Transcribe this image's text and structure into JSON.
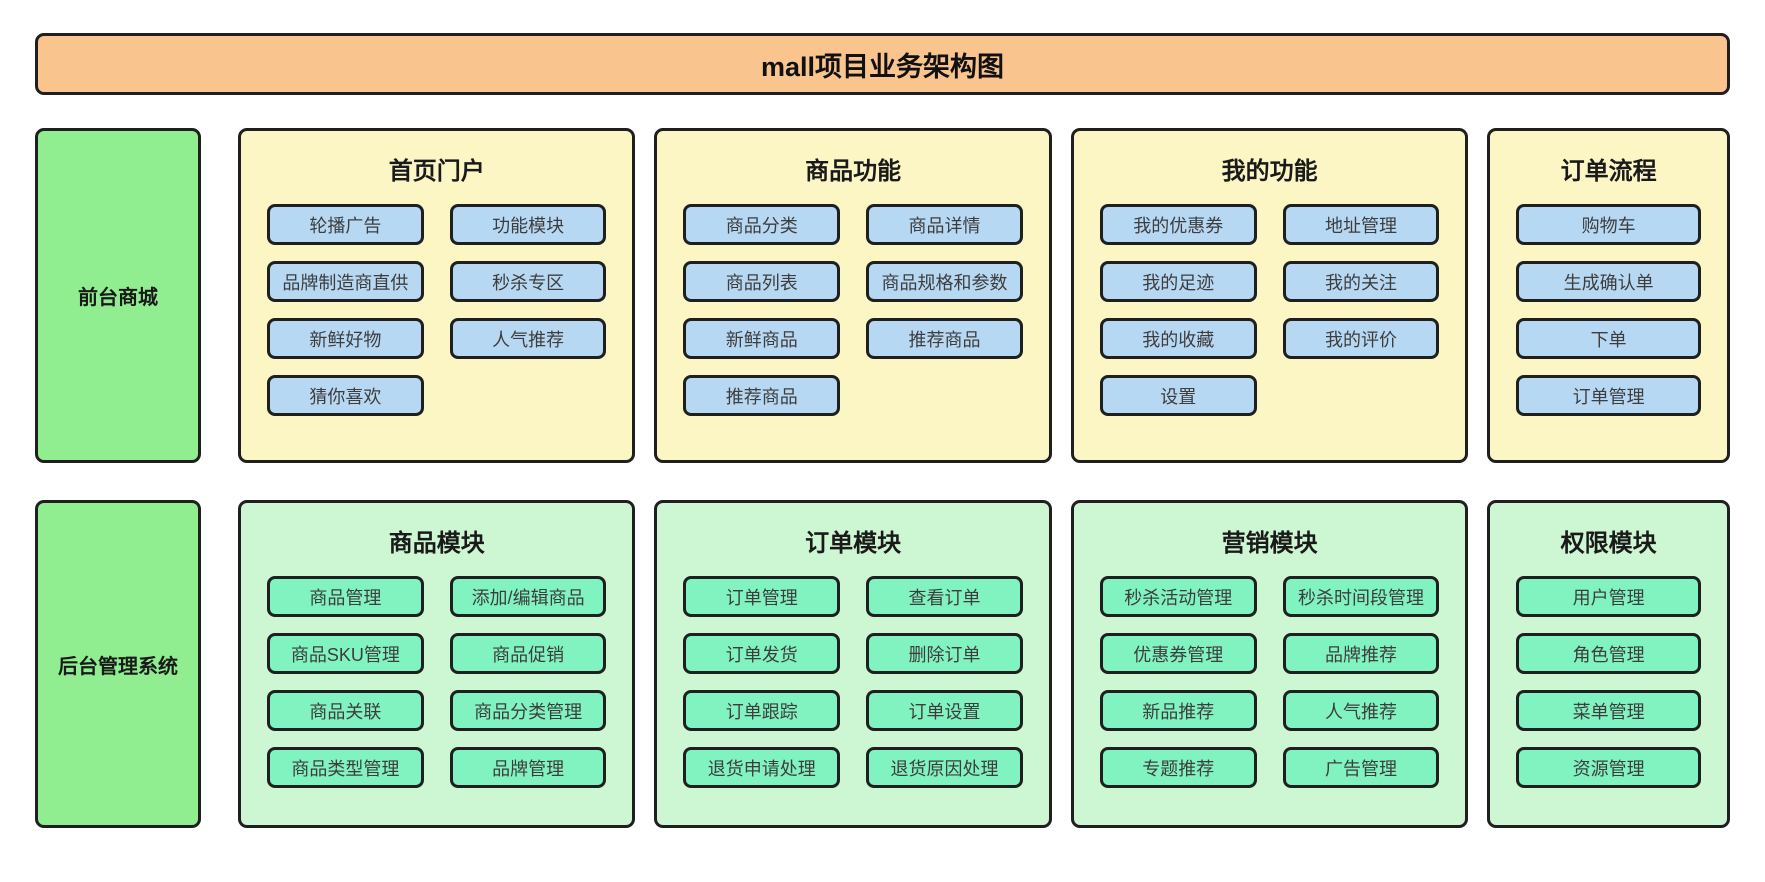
{
  "title": "mall项目业务架构图",
  "colors": {
    "header_bg": "#F9C48E",
    "front_panel_bg": "#FBF6C4",
    "front_button_bg": "#B7D8F3",
    "sidebar_bg": "#90EE90",
    "back_panel_bg": "#CDF6D2",
    "back_button_bg": "#80F3C1",
    "border": "#1F1F1F"
  },
  "rows": [
    {
      "slug": "front-mall",
      "theme": "front",
      "label": "前台商城",
      "panels": [
        {
          "slug": "home-portal",
          "title": "首页门户",
          "columns": 2,
          "buttons": [
            "轮播广告",
            "功能模块",
            "品牌制造商直供",
            "秒杀专区",
            "新鲜好物",
            "人气推荐",
            "猜你喜欢"
          ]
        },
        {
          "slug": "product-features",
          "title": "商品功能",
          "columns": 2,
          "buttons": [
            "商品分类",
            "商品详情",
            "商品列表",
            "商品规格和参数",
            "新鲜商品",
            "推荐商品",
            "推荐商品"
          ]
        },
        {
          "slug": "my-features",
          "title": "我的功能",
          "columns": 2,
          "buttons": [
            "我的优惠券",
            "地址管理",
            "我的足迹",
            "我的关注",
            "我的收藏",
            "我的评价",
            "设置"
          ]
        },
        {
          "slug": "order-flow",
          "title": "订单流程",
          "columns": 1,
          "buttons": [
            "购物车",
            "生成确认单",
            "下单",
            "订单管理"
          ]
        }
      ]
    },
    {
      "slug": "back-admin",
      "theme": "back",
      "label": "后台管理系统",
      "panels": [
        {
          "slug": "product-module",
          "title": "商品模块",
          "columns": 2,
          "buttons": [
            "商品管理",
            "添加/编辑商品",
            "商品SKU管理",
            "商品促销",
            "商品关联",
            "商品分类管理",
            "商品类型管理",
            "品牌管理"
          ]
        },
        {
          "slug": "order-module",
          "title": "订单模块",
          "columns": 2,
          "buttons": [
            "订单管理",
            "查看订单",
            "订单发货",
            "删除订单",
            "订单跟踪",
            "订单设置",
            "退货申请处理",
            "退货原因处理"
          ]
        },
        {
          "slug": "marketing-module",
          "title": "营销模块",
          "columns": 2,
          "buttons": [
            "秒杀活动管理",
            "秒杀时间段管理",
            "优惠券管理",
            "品牌推荐",
            "新品推荐",
            "人气推荐",
            "专题推荐",
            "广告管理"
          ]
        },
        {
          "slug": "permission-module",
          "title": "权限模块",
          "columns": 1,
          "buttons": [
            "用户管理",
            "角色管理",
            "菜单管理",
            "资源管理"
          ]
        }
      ]
    }
  ]
}
